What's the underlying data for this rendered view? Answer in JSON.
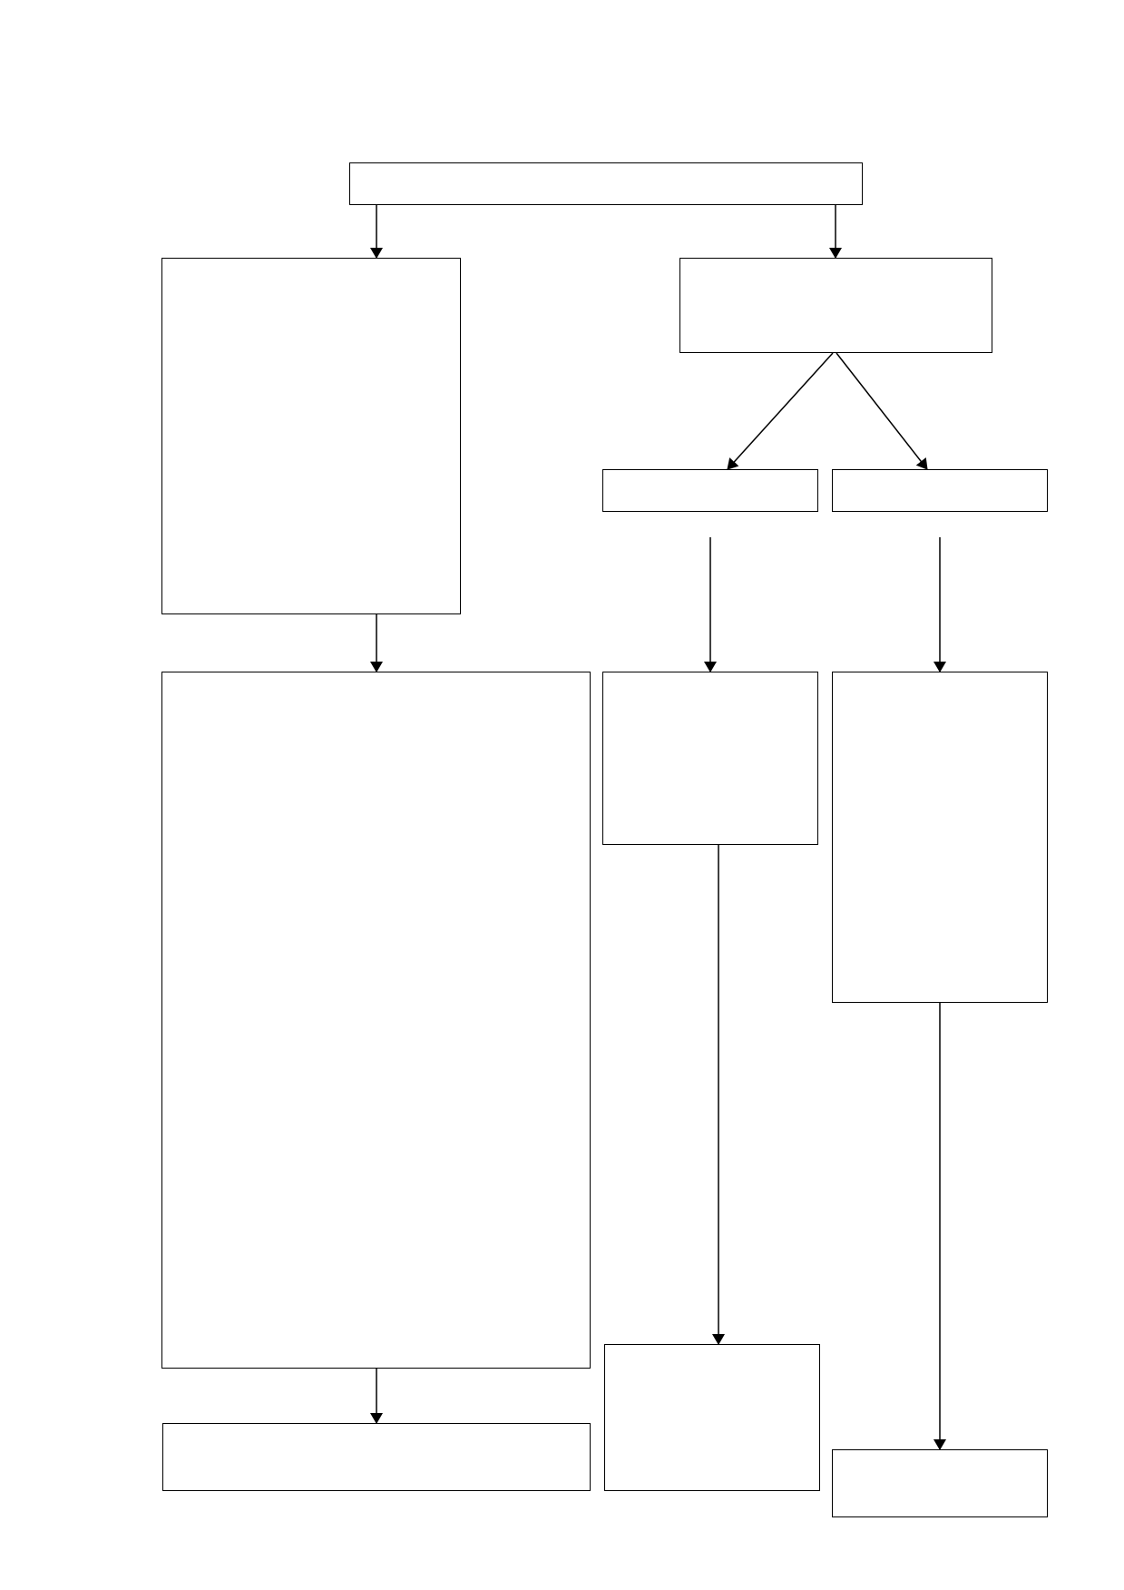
{
  "diagram": {
    "nodes": {
      "top": "",
      "left1": "",
      "right1": "",
      "right_a": "",
      "right_b": "",
      "left2": "",
      "mid_box": "",
      "right_box": "",
      "left3": "",
      "mid_bottom": "",
      "right_bottom": ""
    },
    "edges": [
      [
        "top",
        "left1"
      ],
      [
        "top",
        "right1"
      ],
      [
        "right1",
        "right_a"
      ],
      [
        "right1",
        "right_b"
      ],
      [
        "left1",
        "left2"
      ],
      [
        "right_a",
        "mid_box"
      ],
      [
        "right_b",
        "right_box"
      ],
      [
        "left2",
        "left3"
      ],
      [
        "mid_box",
        "mid_bottom"
      ],
      [
        "right_box",
        "right_bottom"
      ]
    ],
    "colors": {
      "stroke": "#000000",
      "background": "#ffffff"
    }
  }
}
